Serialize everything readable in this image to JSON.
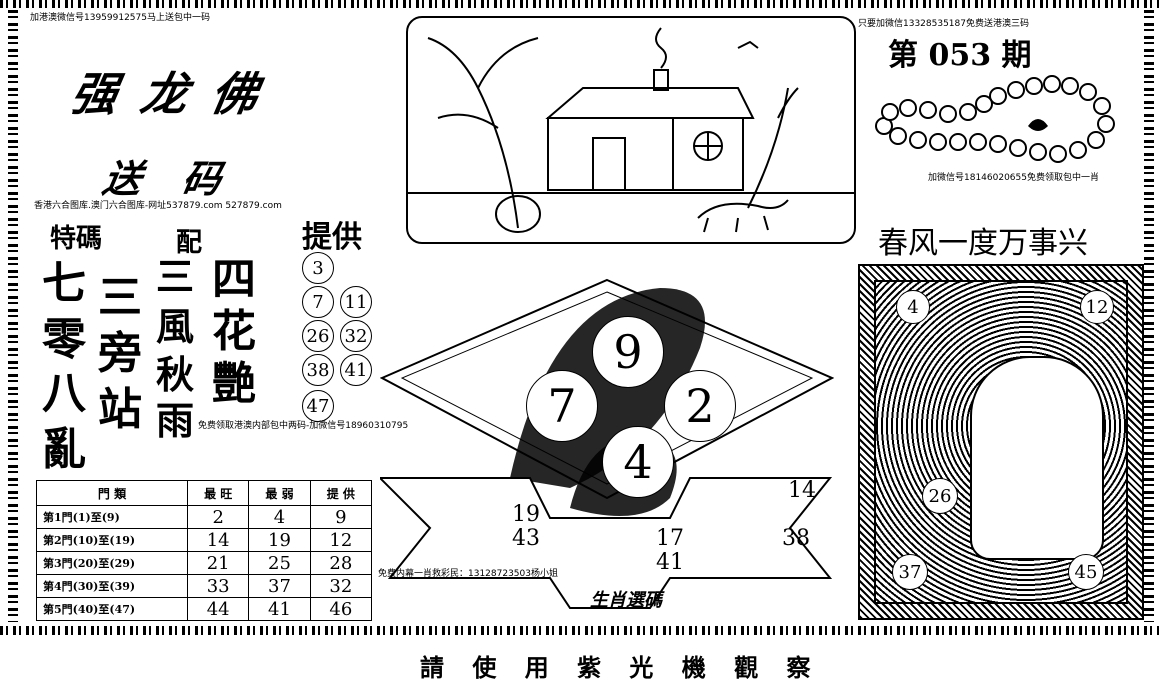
{
  "header": {
    "top_left_note": "加港澳微信号13959912575马上送包中一码",
    "top_right_note": "只要加微信13328535187免费送港澳三码",
    "issue": "第 053 期",
    "bead_note": "加微信号18146020655免费领取包中一肖",
    "calligraphy_title": "强 龙 佛",
    "calligraphy_subtitle": "送 码",
    "site_note": "香港六合图库.澳门六合图库-网址537879.com 527879.com"
  },
  "poem": {
    "label_left": "特碼",
    "label_mid": "配",
    "label_right": "提供",
    "col1": [
      "七",
      "零",
      "八",
      "亂"
    ],
    "col2": [
      "三",
      "旁",
      "站"
    ],
    "col3": [
      "三",
      "風",
      "秋",
      "雨"
    ],
    "col4": [
      "四",
      "花",
      "艷"
    ]
  },
  "numbers": {
    "single": "3",
    "pairs": [
      [
        "7",
        "11"
      ],
      [
        "26",
        "32"
      ],
      [
        "38",
        "41"
      ]
    ],
    "last": "47"
  },
  "note_free": "免费领取港澳内部包中两码-加微信号18960310795",
  "slogan": "春风一度万事兴",
  "diamond": {
    "balls": [
      "9",
      "7",
      "2",
      "4"
    ],
    "left_nums": [
      "19",
      "43"
    ],
    "center_nums": [
      "17",
      "41"
    ],
    "right_nums": [
      "14",
      "38"
    ],
    "banner_text": "生肖選碼",
    "note": "免费内幕一肖救彩民：13128723503杨小姐"
  },
  "buddha": {
    "nums": [
      "4",
      "12",
      "26",
      "37",
      "45"
    ]
  },
  "table": {
    "headers": [
      "門 類",
      "最 旺",
      "最 弱",
      "提 供"
    ],
    "rows": [
      [
        "第1門(1)至(9)",
        "2",
        "4",
        "9"
      ],
      [
        "第2門(10)至(19)",
        "14",
        "19",
        "12"
      ],
      [
        "第3門(20)至(29)",
        "21",
        "25",
        "28"
      ],
      [
        "第4門(30)至(39)",
        "33",
        "37",
        "32"
      ],
      [
        "第5門(40)至(47)",
        "44",
        "41",
        "46"
      ]
    ]
  },
  "footer": {
    "text": "請 使 用 紫 光 機 觀 察"
  }
}
